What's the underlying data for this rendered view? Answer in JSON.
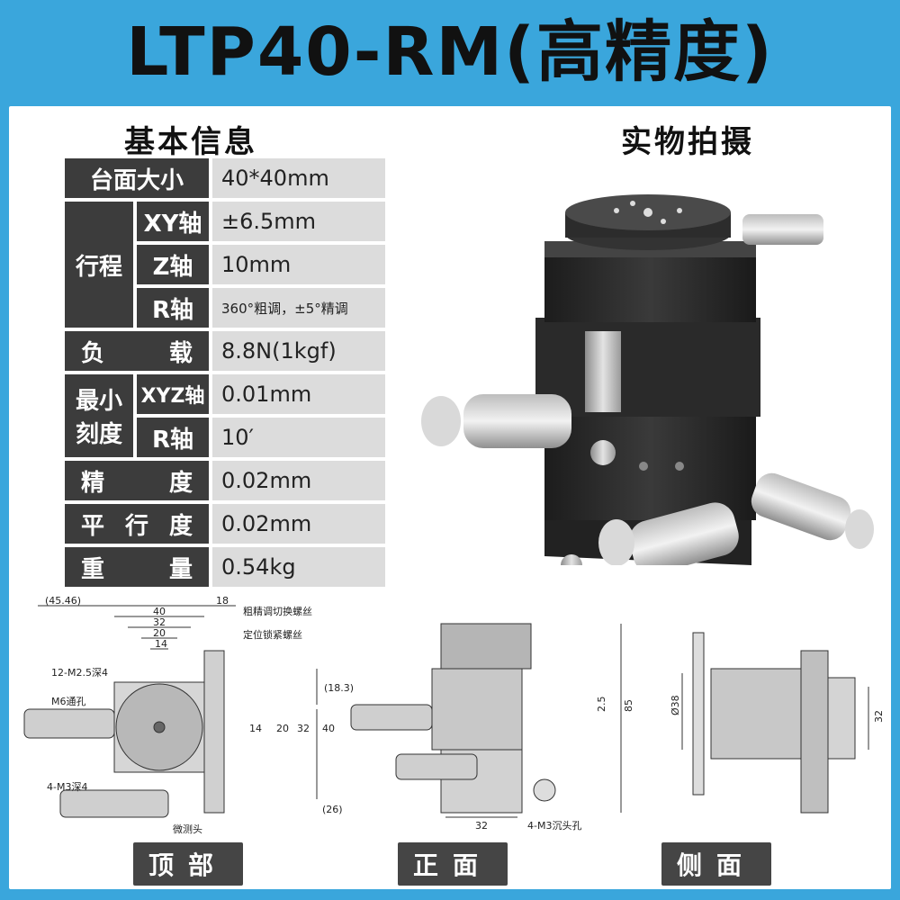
{
  "header": {
    "title": "LTP40-RM(高精度)"
  },
  "sections": {
    "basic_info": "基本信息",
    "photo": "实物拍摄"
  },
  "specs": {
    "table_size": {
      "label": "台面大小",
      "value": "40*40mm"
    },
    "travel": {
      "label": "行程",
      "xy": {
        "label": "XY轴",
        "value": "±6.5mm"
      },
      "z": {
        "label": "Z轴",
        "value": "10mm"
      },
      "r": {
        "label": "R轴",
        "value": "360°粗调，±5°精调"
      }
    },
    "load": {
      "label_a": "负",
      "label_b": "载",
      "value": "8.8N(1kgf)"
    },
    "min_scale": {
      "label_a": "最小",
      "label_b": "刻度",
      "xyz": {
        "label": "XYZ轴",
        "value": "0.01mm"
      },
      "r": {
        "label": "R轴",
        "value": "10′"
      }
    },
    "accuracy": {
      "label_a": "精",
      "label_b": "度",
      "value": "0.02mm"
    },
    "parallelism": {
      "label_a": "平",
      "label_b": "行",
      "label_c": "度",
      "value": "0.02mm"
    },
    "weight": {
      "label_a": "重",
      "label_b": "量",
      "value": "0.54kg"
    }
  },
  "drawing_top": {
    "dims": [
      "(45.46)",
      "40",
      "32",
      "20",
      "14",
      "18",
      "(18.3)",
      "14",
      "20",
      "32",
      "40",
      "(26)"
    ],
    "callouts": [
      "粗精调切换螺丝",
      "定位锁紧螺丝",
      "12-M2.5深4",
      "M6通孔",
      "4-M3深4",
      "微测头"
    ]
  },
  "drawing_front": {
    "dims": [
      "2.5",
      "85",
      "32"
    ],
    "callouts": [
      "4-M3沉头孔"
    ]
  },
  "drawing_side": {
    "dims": [
      "Ø38",
      "32"
    ]
  },
  "views": {
    "top": "顶部",
    "front": "正面",
    "side": "侧面"
  },
  "colors": {
    "accent": "#3aa6dc",
    "label_bg": "#3c3c3c",
    "value_bg": "#dcdcdc"
  }
}
